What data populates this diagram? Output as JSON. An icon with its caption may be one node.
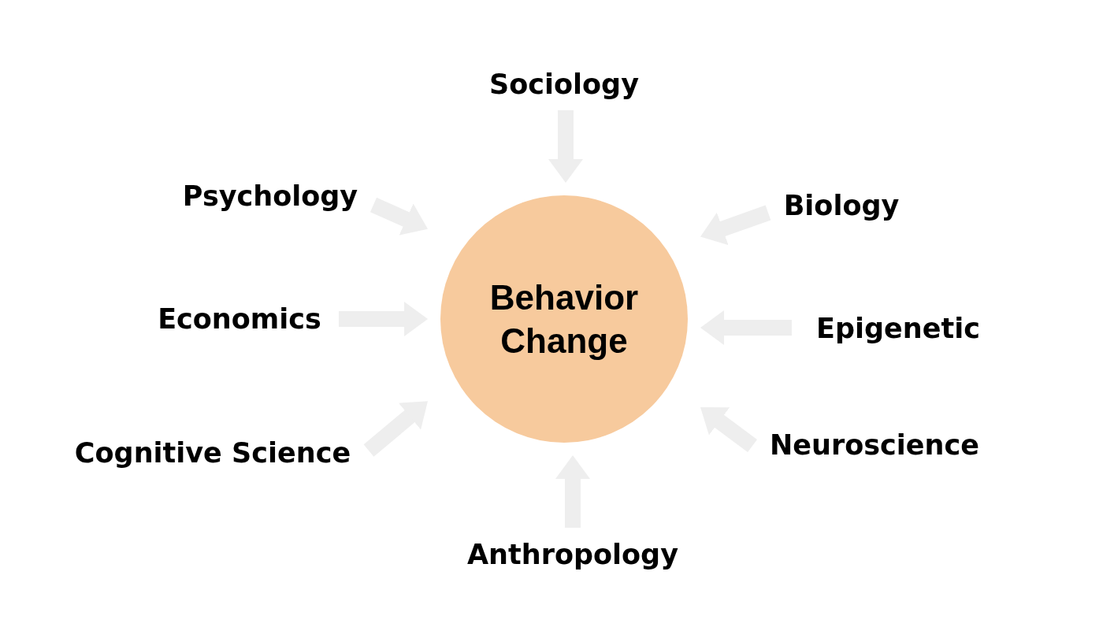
{
  "diagram": {
    "nodes": [
      {
        "text": [
          "Sociology"
        ]
      },
      {
        "text": [
          "Psychology"
        ]
      },
      {
        "text": [
          "Biology"
        ]
      },
      {
        "text": [
          "Economics"
        ]
      },
      {
        "text": [
          "Behavior Change"
        ]
      },
      {
        "text": [
          "Epigenetic"
        ]
      },
      {
        "text": [
          "Cognitive Science"
        ]
      },
      {
        "text": [
          "Neuroscience"
        ]
      },
      {
        "text": [
          "Anthropology"
        ]
      }
    ],
    "edges": [
      {
        "from": 0,
        "to": 4,
        "arrow": "to"
      },
      {
        "from": 1,
        "to": 4,
        "arrow": "to"
      },
      {
        "from": 2,
        "to": 4,
        "arrow": "to"
      },
      {
        "from": 3,
        "to": 4,
        "arrow": "to"
      },
      {
        "from": 5,
        "to": 4,
        "arrow": "to"
      },
      {
        "from": 6,
        "to": 4,
        "arrow": "to"
      },
      {
        "from": 7,
        "to": 4,
        "arrow": "to"
      },
      {
        "from": 8,
        "to": 4,
        "arrow": "to"
      }
    ]
  }
}
